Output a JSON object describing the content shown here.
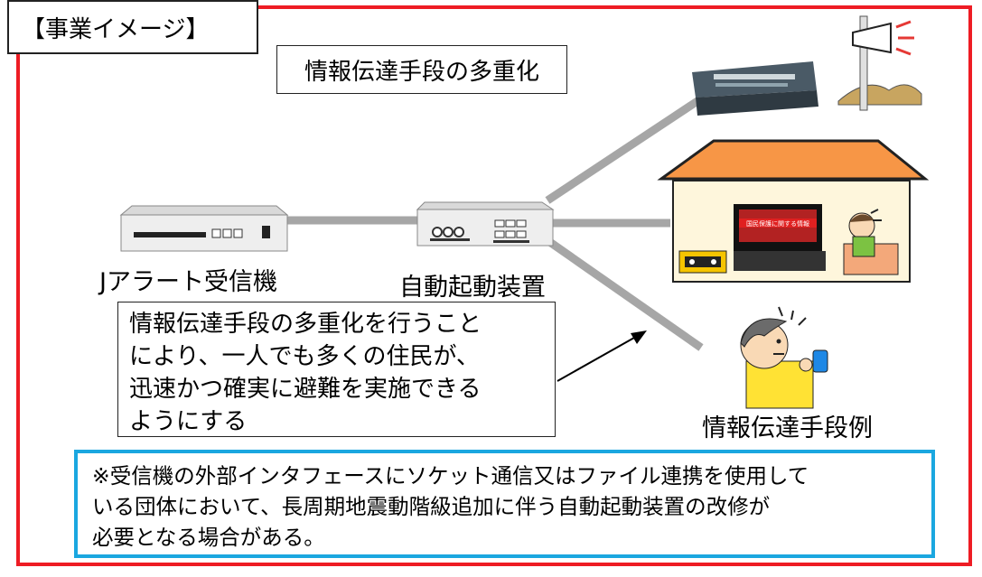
{
  "tag": "【事業イメージ】",
  "title": "情報伝達手段の多重化",
  "receiver_label": "Jアラート受信機",
  "auto_device_label": "自動起動装置",
  "means_label": "情報伝達手段例",
  "description_lines": [
    "情報伝達手段の多重化を行うこと",
    "により、一人でも多くの住民が、",
    "迅速かつ確実に避難を実施できる",
    "ようにする"
  ],
  "note_lines": [
    "※受信機の外部インタフェースにソケット通信又はファイル連携を使用して",
    "いる団体において、長周期地震動階級追加に伴う自動起動装置の改修が",
    "必要となる場合がある。"
  ],
  "tv_screen_text": "国民保護に関する情報",
  "colors": {
    "frame": "#ee1c24",
    "note_border": "#1aa7e0",
    "roof": "#f79646",
    "house_wall": "#fef6dc",
    "line": "#a6a6a6"
  }
}
